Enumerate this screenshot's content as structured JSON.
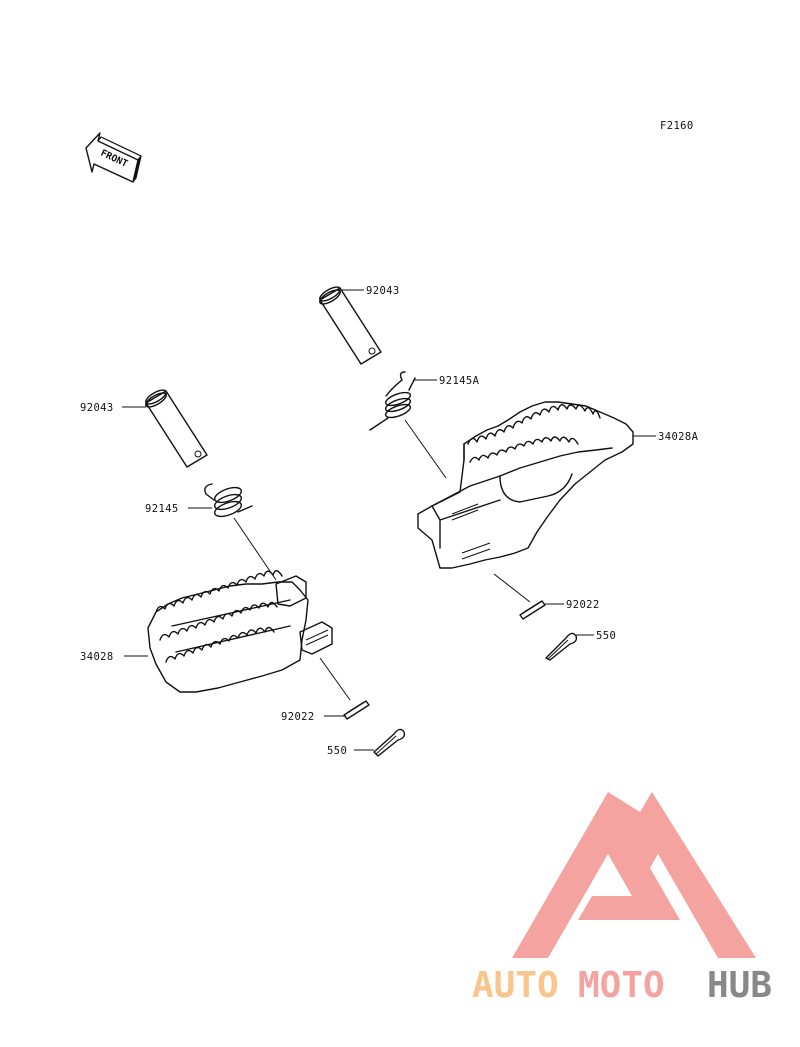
{
  "figure_code": "F2160",
  "front_label": "FRONT",
  "callouts": [
    {
      "id": "pin-upper",
      "text": "92043"
    },
    {
      "id": "spring-right",
      "text": "92145A"
    },
    {
      "id": "footpeg-right",
      "text": "34028A"
    },
    {
      "id": "washer-right",
      "text": "92022"
    },
    {
      "id": "cotter-right",
      "text": "550"
    },
    {
      "id": "pin-left",
      "text": "92043"
    },
    {
      "id": "spring-left",
      "text": "92145"
    },
    {
      "id": "footpeg-left",
      "text": "34028"
    },
    {
      "id": "washer-left",
      "text": "92022"
    },
    {
      "id": "cotter-left",
      "text": "550"
    }
  ],
  "watermark": {
    "text_part1": "AUTO",
    "text_part2": "MOTO",
    "text_part3": "HUB",
    "color_light": "#F9C58C",
    "color_pink": "#F4A3A0",
    "color_gray": "#888888"
  }
}
